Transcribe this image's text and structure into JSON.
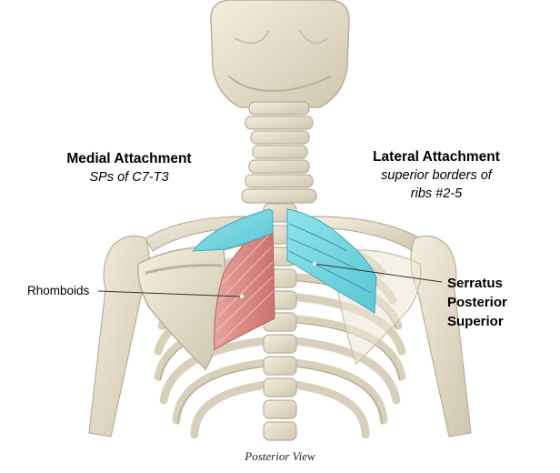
{
  "labels": {
    "medial_title": "Medial Attachment",
    "medial_sub": "SPs of C7-T3",
    "lateral_title": "Lateral Attachment",
    "lateral_sub_1": "superior borders of",
    "lateral_sub_2": "ribs #2-5",
    "rhomboids": "Rhomboids",
    "serratus_1": "Serratus",
    "serratus_2": "Posterior",
    "serratus_3": "Superior"
  },
  "caption": "Posterior View",
  "colors": {
    "bone": "#e8e1cf",
    "bone_shadow": "#b9b09a",
    "serratus_muscle": "#7fd6e0",
    "rhomboid_muscle": "#d98a86",
    "leader_line": "#333333"
  }
}
